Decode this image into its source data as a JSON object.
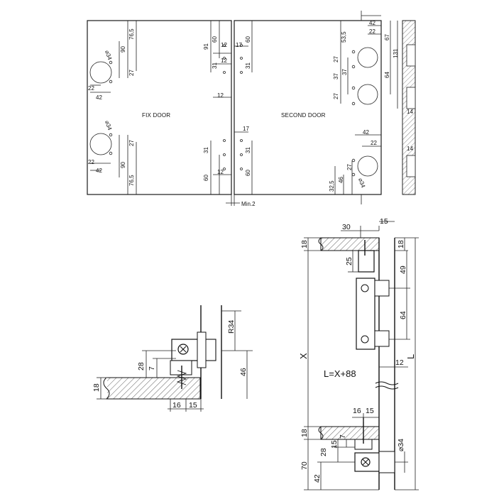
{
  "top_view": {
    "left_label": "FIX DOOR",
    "right_label": "SECOND DOOR",
    "gap_label": "Min.2",
    "left_dims": {
      "dia_top": "⌀34",
      "dia_bottom": "⌀34",
      "d22_top": "22",
      "d42_top": "42",
      "d22_bottom": "22",
      "d42_bottom": "42",
      "d90_top": "90",
      "d76_top": "76,5",
      "d27_top": "27",
      "d27_bottom": "27",
      "d90_bottom": "90",
      "d76_bottom": "76,5",
      "d91": "91",
      "d60_top": "60",
      "d31_top": "31",
      "d12_a": "12",
      "d12_b": "12",
      "d12_c": "12",
      "d31_bottom": "31",
      "d60_bottom": "60",
      "d12_d": "12"
    },
    "right_dims": {
      "d17_top": "17",
      "d60_top": "60",
      "d31_top": "31",
      "d17_bottom": "17",
      "d31_bottom": "31",
      "d60_bottom": "60",
      "d535": "53,5",
      "d42_a": "42",
      "d22_a": "22",
      "d67": "67",
      "d131": "131",
      "d27_a": "27",
      "d37_a": "37",
      "d64": "64",
      "d37_b": "37",
      "d27_b": "27",
      "d14_a": "14",
      "d42_b": "42",
      "d22_b": "22",
      "d14_b": "14",
      "d27_c": "27",
      "d46": "46",
      "d325": "32,5",
      "dia": "⌀34"
    }
  },
  "left_detail": {
    "r34": "R34",
    "d28": "28",
    "d7": "7",
    "d46": "46",
    "d18": "18",
    "d16": "16",
    "d15": "15"
  },
  "right_detail": {
    "d30": "30",
    "d15_top": "15",
    "d18_left": "18",
    "d18_right": "18",
    "d25": "25",
    "d49": "49",
    "d64": "64",
    "x_label": "X",
    "l_label": "L",
    "formula": "L=X+88",
    "d12": "12",
    "d16": "16",
    "d15_mid": "15",
    "d18_bottom": "18",
    "d15_small": "15",
    "d7": "7",
    "d28": "28",
    "dia34": "⌀34",
    "d70": "70",
    "d42": "42"
  }
}
